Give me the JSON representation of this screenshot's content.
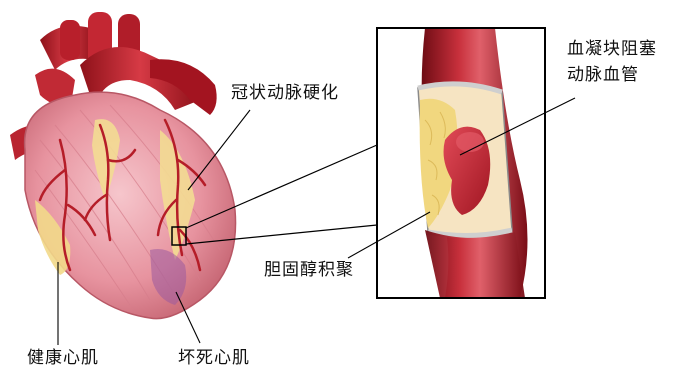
{
  "labels": {
    "coronary_atherosclerosis": "冠状动脉硬化",
    "clot_blocking_line1": "血凝块阻塞",
    "clot_blocking_line2": "动脉血管",
    "cholesterol_buildup": "胆固醇积聚",
    "healthy_myocardium": "健康心肌",
    "necrotic_myocardium": "坏死心肌"
  },
  "colors": {
    "heart_muscle": "#e79aa6",
    "aorta": "#c8242f",
    "artery_wall": "#9e1622",
    "plaque": "#f2dc8c",
    "clot": "#d93240",
    "background": "#ffffff"
  }
}
